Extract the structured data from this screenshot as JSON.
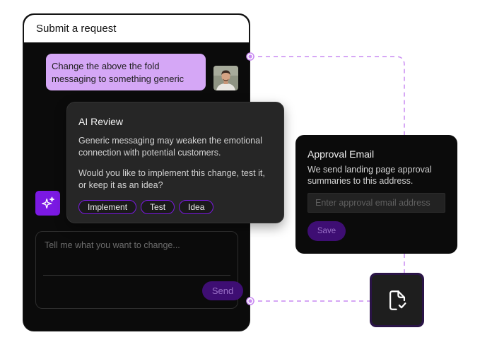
{
  "colors": {
    "accent": "#7b19e3",
    "user_bubble": "#d5a7f6",
    "connector": "#c98af2",
    "panel": "#0b0b0b",
    "card": "#262626"
  },
  "request": {
    "title": "Submit a request",
    "user_message": "Change the above the fold messaging to something generic",
    "input_placeholder": "Tell me what you want to change...",
    "send_label": "Send",
    "user_avatar_icon": "user-avatar",
    "ai_avatar_icon": "sparkle-icon"
  },
  "review": {
    "title": "AI Review",
    "paragraph1": "Generic messaging may weaken the emotional connection with potential customers.",
    "paragraph2": "Would you like to implement this change, test it, or keep it as an idea?",
    "actions": [
      "Implement",
      "Test",
      "Idea"
    ]
  },
  "approval": {
    "title": "Approval Email",
    "description": "We send landing page approval summaries to this address.",
    "input_placeholder": "Enter approval email address",
    "save_label": "Save"
  },
  "doc_tile": {
    "icon": "document-check-icon"
  }
}
